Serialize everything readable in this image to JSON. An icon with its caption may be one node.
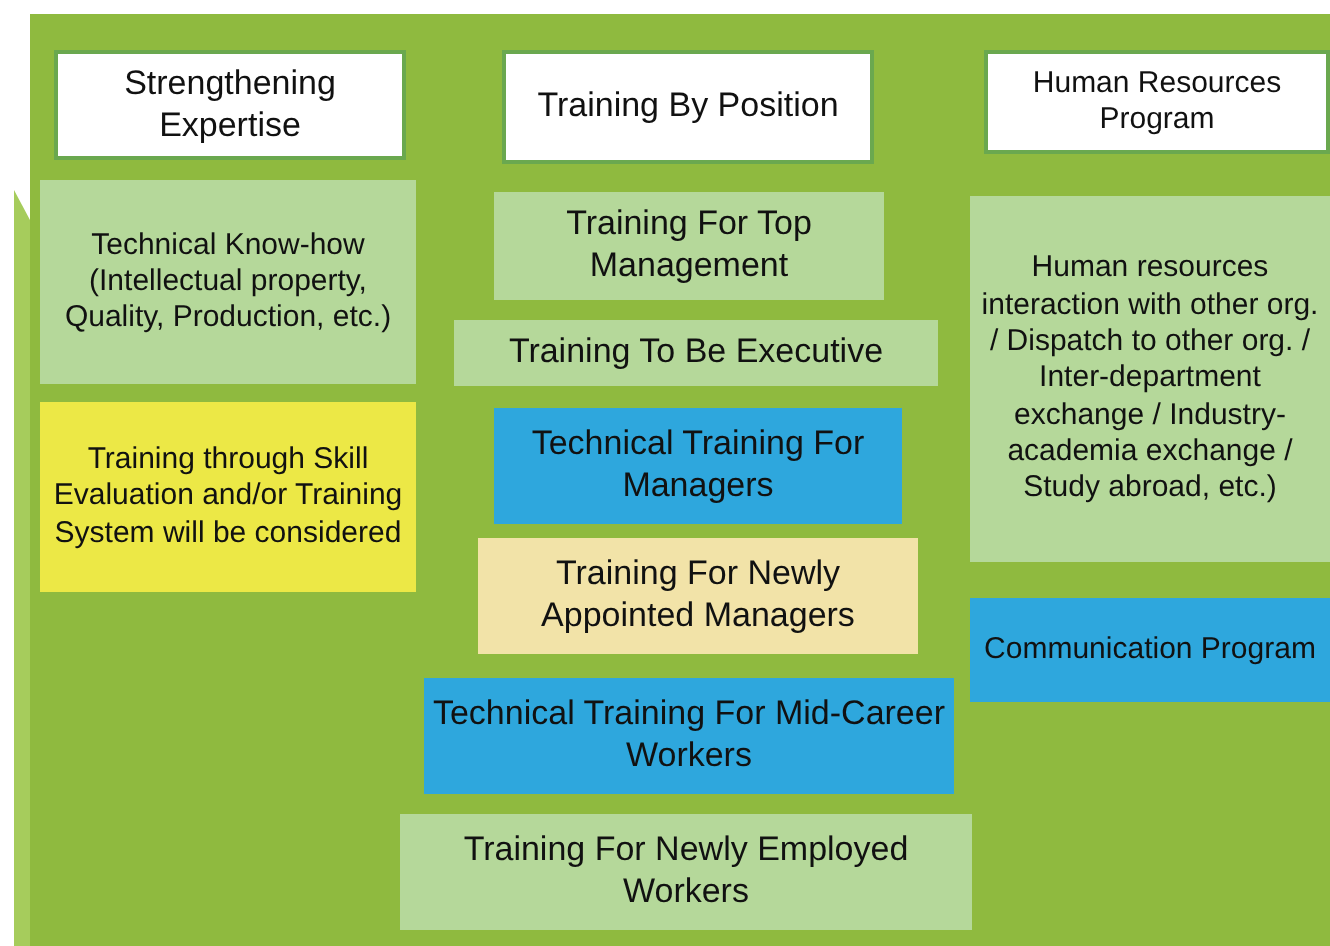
{
  "diagram": {
    "nodes": [
      {
        "text": [
          "Strengthening Expertise"
        ]
      },
      {
        "text": [
          "Technical Know-how (Intellectual property, Quality, Production, etc.)"
        ]
      },
      {
        "text": [
          "Training through Skill Evaluation and/or Training System will be considered"
        ]
      },
      {
        "text": [
          "Training By Position"
        ]
      },
      {
        "text": [
          "Training For Top Management"
        ]
      },
      {
        "text": [
          "Training To Be Executive"
        ]
      },
      {
        "text": [
          "Technical Training For Managers"
        ]
      },
      {
        "text": [
          "Training For Newly Appointed Managers"
        ]
      },
      {
        "text": [
          "Technical Training For Mid-Career Workers"
        ]
      },
      {
        "text": [
          "Training For Newly Employed Workers"
        ]
      },
      {
        "text": [
          "Human Resources Program"
        ]
      },
      {
        "text": [
          "Human resources interaction with other org. / Dispatch to other org. / Inter-department exchange / Industry-academia exchange / Study abroad, etc.)"
        ]
      },
      {
        "text": [
          "Communication Program"
        ]
      }
    ],
    "edges": []
  }
}
